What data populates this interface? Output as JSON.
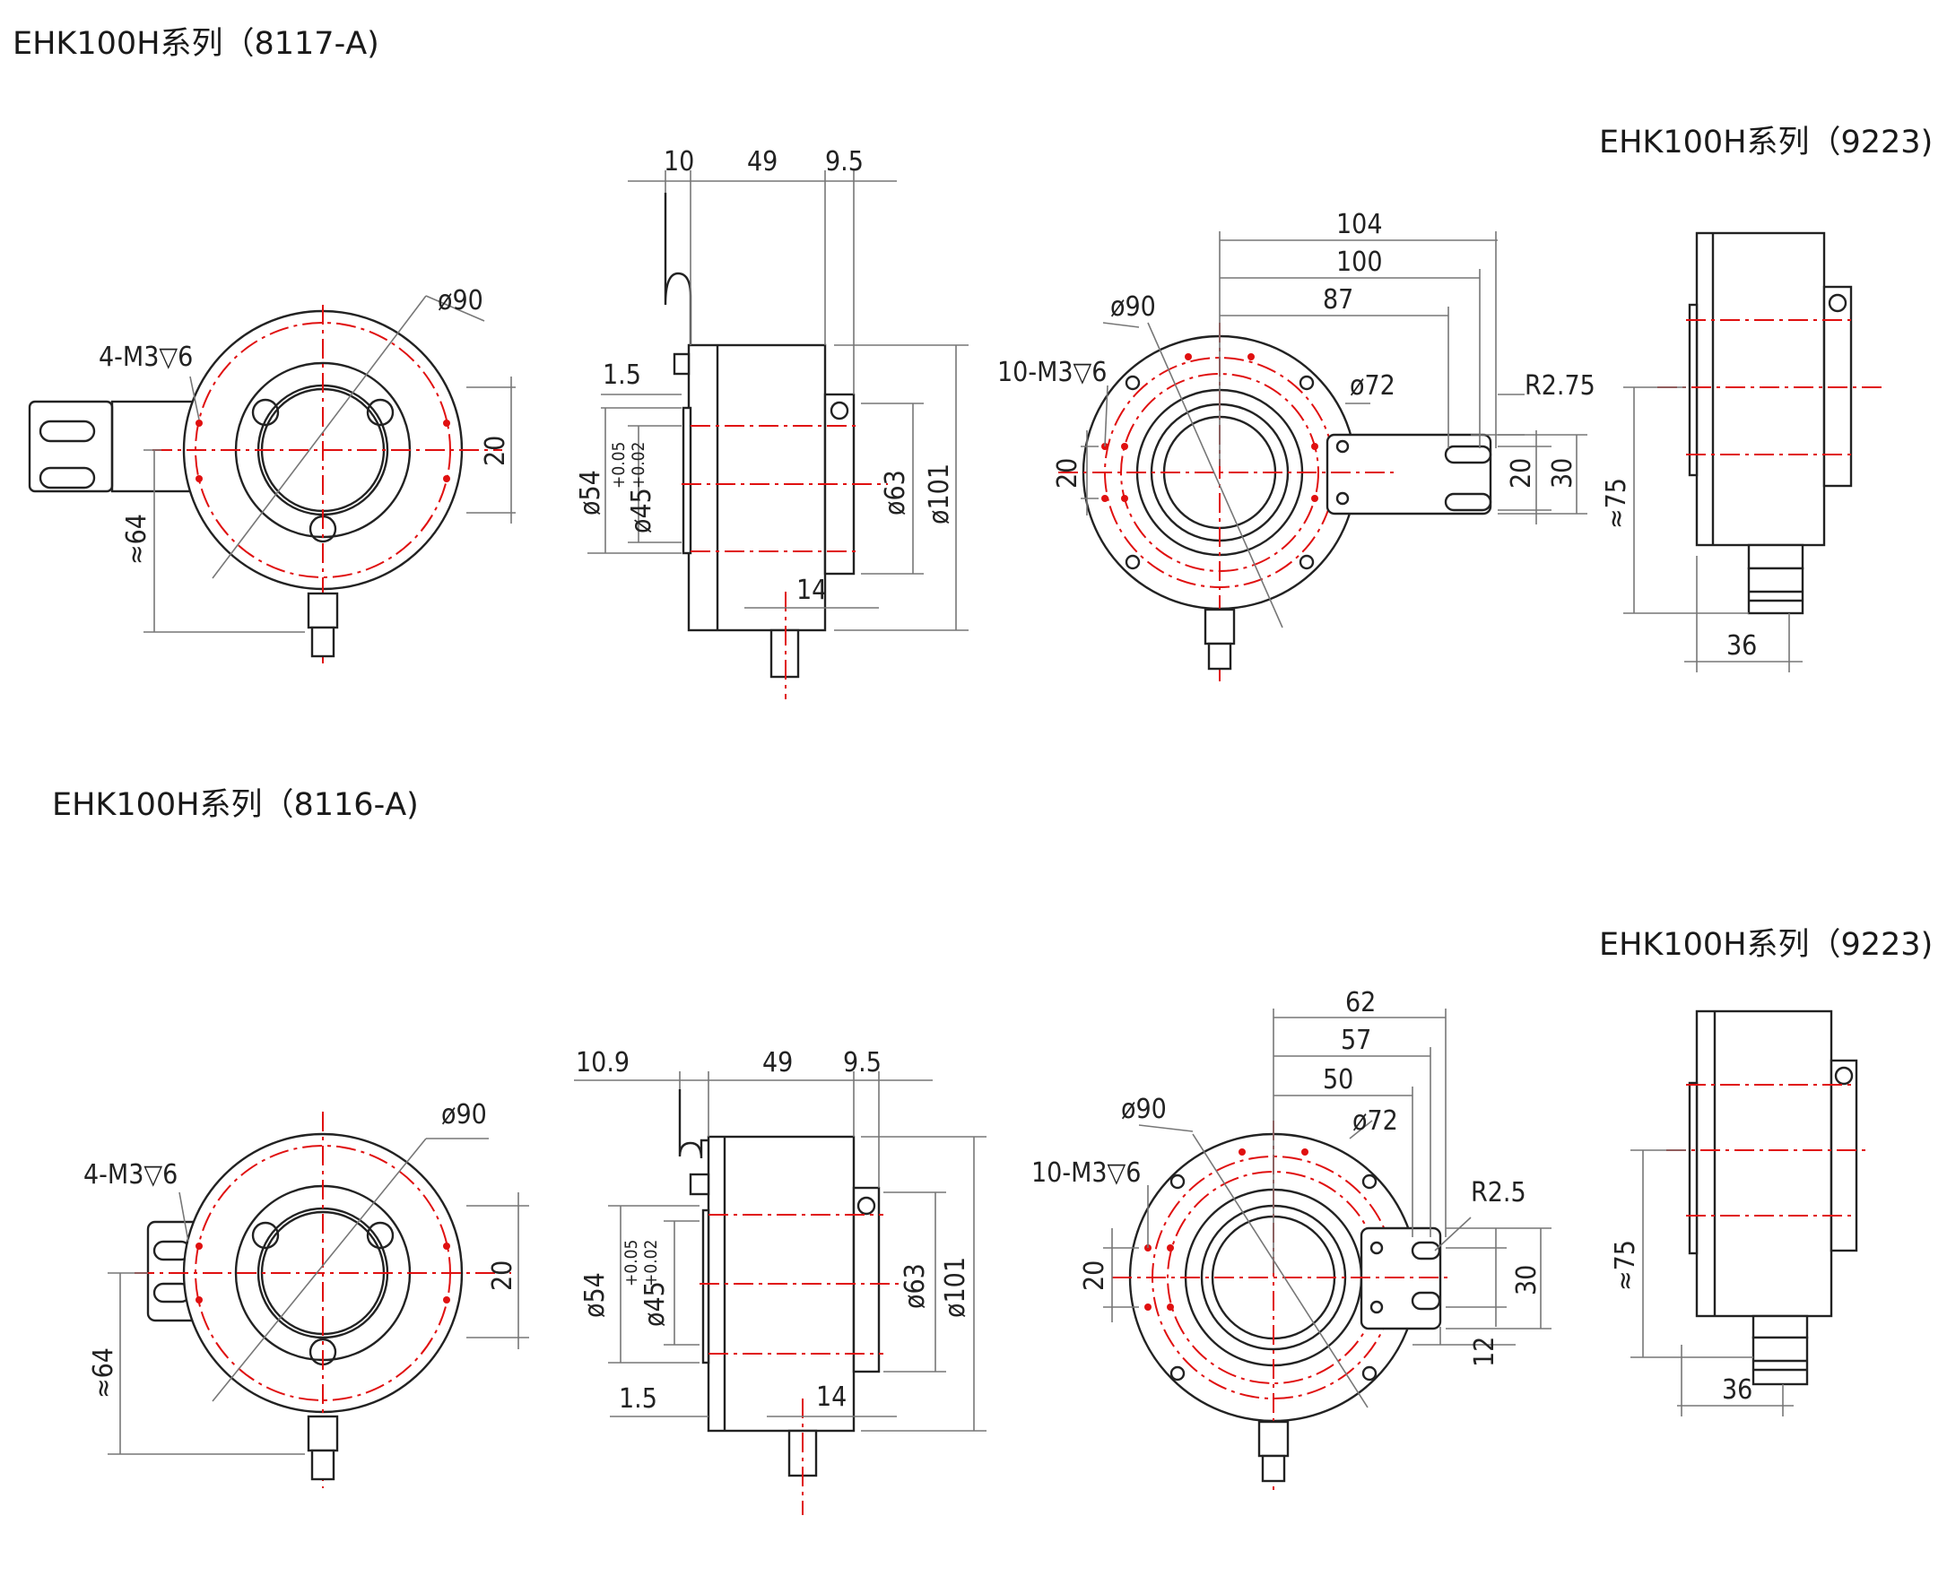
{
  "headings": {
    "top_left": "EHK100H系列（8117-A)",
    "top_right": "EHK100H系列（9223)",
    "bottom_left": "EHK100H系列（8116-A)",
    "bottom_right": "EHK100H系列（9223)"
  },
  "row1": {
    "front": {
      "holes": "4-M3▽6",
      "dia": "ø90",
      "dim_w": "20",
      "dim_h": "≈64"
    },
    "side": {
      "d10": "10",
      "d49": "49",
      "d95": "9.5",
      "d15": "1.5",
      "d54": "ø54",
      "d45": "ø45",
      "tol_up": "+0.05",
      "tol_dn": "+0.02",
      "d63": "ø63",
      "d101": "ø101",
      "d14": "14"
    },
    "rear": {
      "d104": "104",
      "d100": "100",
      "d87": "87",
      "dia90": "ø90",
      "holes": "10-M3▽6",
      "dia72": "ø72",
      "r": "R2.75",
      "d20l": "20",
      "d20r": "20",
      "d30": "30"
    },
    "profile": {
      "d75": "≈75",
      "d36": "36"
    }
  },
  "row2": {
    "front": {
      "holes": "4-M3▽6",
      "dia": "ø90",
      "dim_w": "20",
      "dim_h": "≈64"
    },
    "side": {
      "d109": "10.9",
      "d49": "49",
      "d95": "9.5",
      "d15": "1.5",
      "d54": "ø54",
      "d45": "ø45",
      "tol_up": "+0.05",
      "tol_dn": "+0.02",
      "d63": "ø63",
      "d101": "ø101",
      "d14": "14"
    },
    "rear": {
      "d62": "62",
      "d57": "57",
      "d50": "50",
      "dia90": "ø90",
      "holes": "10-M3▽6",
      "dia72": "ø72",
      "r": "R2.5",
      "d20l": "20",
      "d30": "30",
      "d12": "12"
    },
    "profile": {
      "d75": "≈75",
      "d36": "36"
    }
  }
}
